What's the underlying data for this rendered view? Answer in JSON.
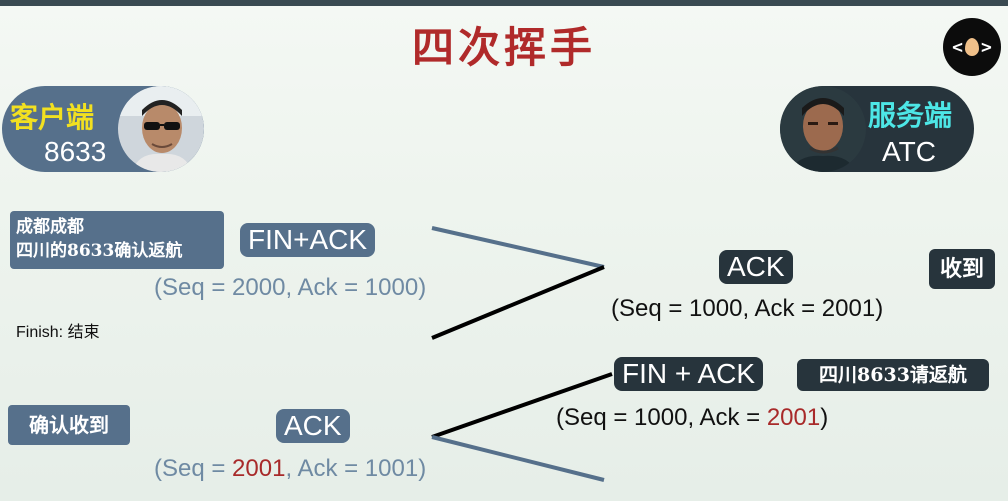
{
  "title": "四次挥手",
  "logo": {
    "left": "<",
    "right": ">",
    "icon": "egg-icon"
  },
  "client": {
    "role": "客户端",
    "id": "8633"
  },
  "server": {
    "role": "服务端",
    "id": "ATC"
  },
  "steps": {
    "fin1": {
      "speech_line1": "成都成都",
      "speech_line2": "四川的8633确认返航",
      "label": "FIN+ACK",
      "seq_text": "(Seq = 2000, Ack = 1000)"
    },
    "ack1": {
      "label": "ACK",
      "seq_text": "(Seq = 1000, Ack = 2001)",
      "reply": "收到"
    },
    "fin2": {
      "label": "FIN + ACK",
      "speech": "四川8633请返航",
      "seq_prefix": "(Seq = 1000, Ack = ",
      "seq_highlight": "2001",
      "seq_suffix": ")"
    },
    "ack2": {
      "speech": "确认收到",
      "label": "ACK",
      "seq_prefix": "(Seq = ",
      "seq_highlight": "2001",
      "seq_suffix": ", Ack = 1001)"
    }
  },
  "finish_note": "Finish: 结束",
  "colors": {
    "title": "#b02a2a",
    "client_role": "#f2e020",
    "server_role": "#4de6e6",
    "highlight": "#a82a2a",
    "blue_line": "#56708b",
    "black_line": "#000000"
  }
}
